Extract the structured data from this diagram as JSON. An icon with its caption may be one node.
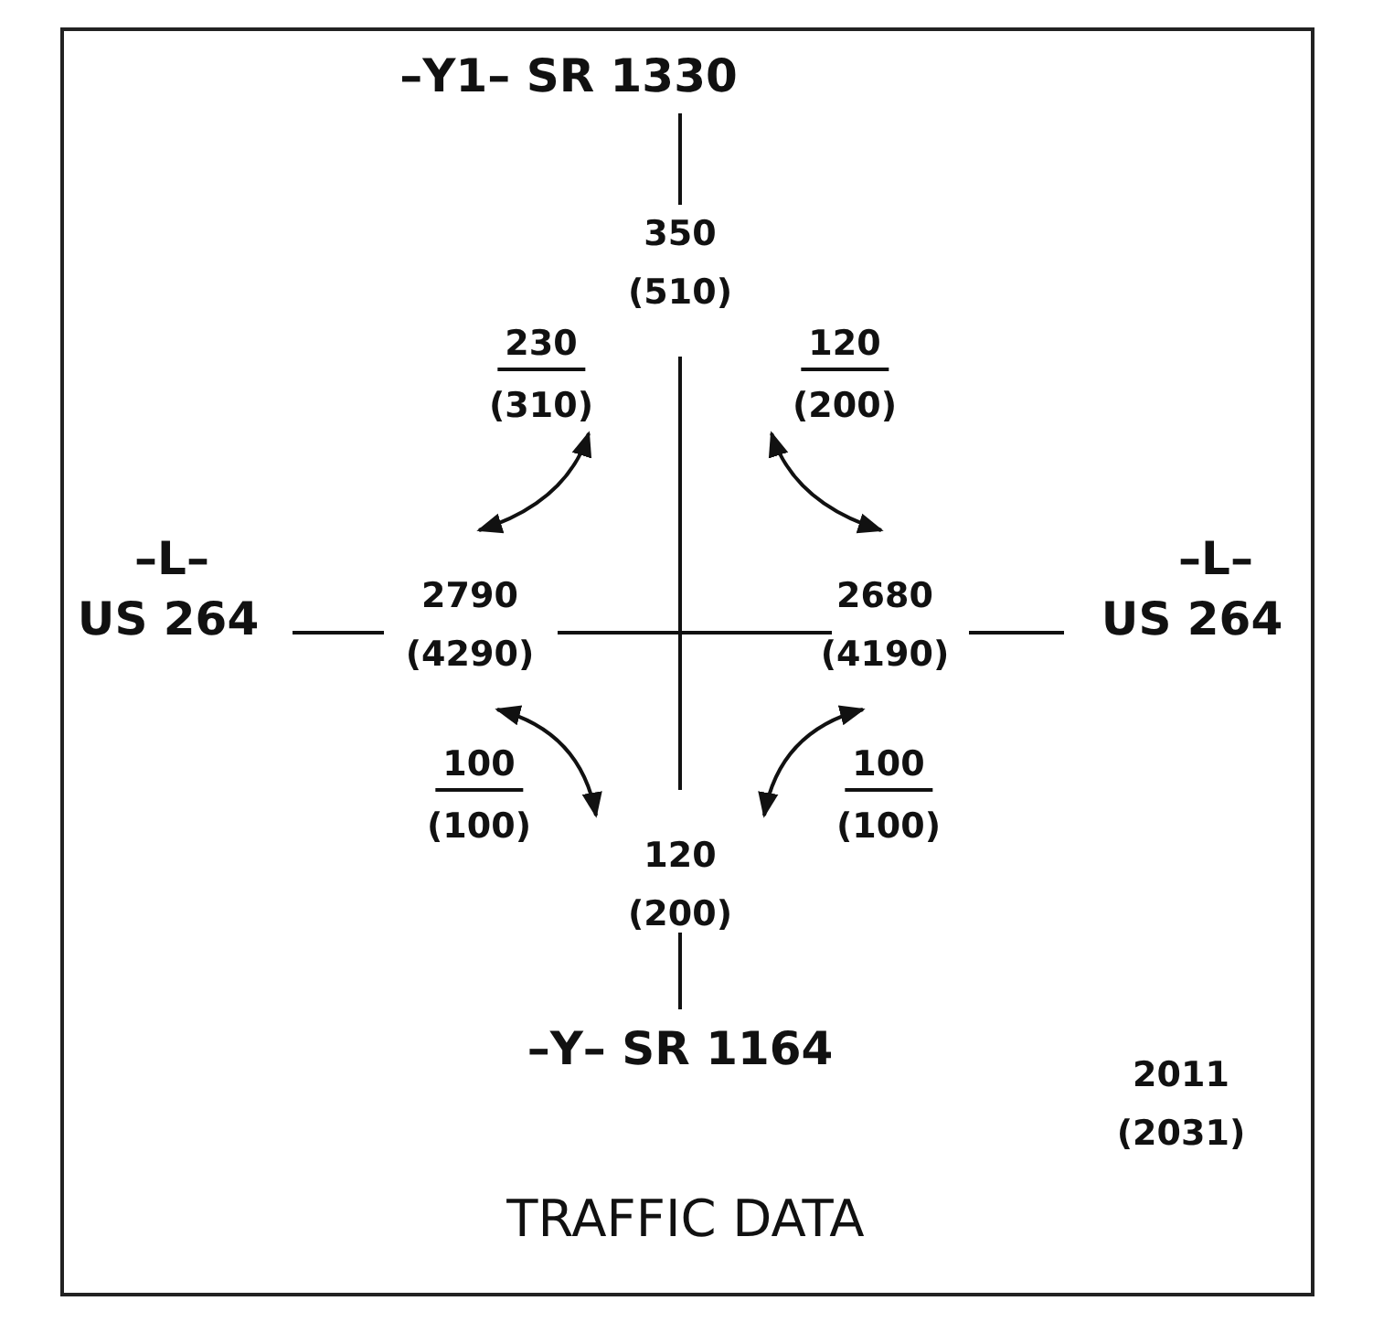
{
  "diagram": {
    "caption": "TRAFFIC DATA",
    "labels": [
      "–Y1– SR 1330",
      "350",
      "(510)",
      "230",
      "(310)",
      "120",
      "(200)",
      "–L–",
      "–L–",
      "US 264",
      "2790",
      "(4290)",
      "2680",
      "(4190)",
      "US 264",
      "100",
      "(100)",
      "100",
      "(100)",
      "120",
      "(200)",
      "–Y– SR 1164",
      "2011",
      "(2031)"
    ]
  }
}
